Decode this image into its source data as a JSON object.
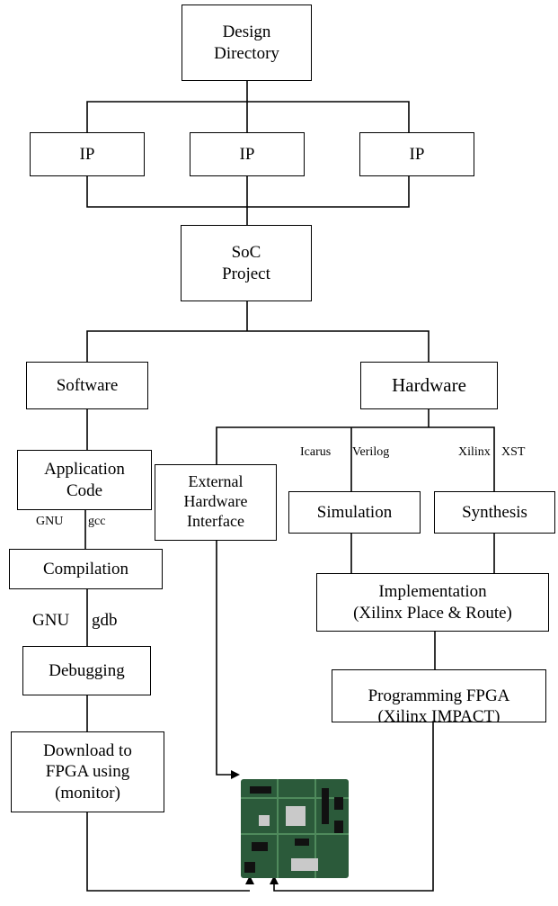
{
  "boxes": {
    "design_directory": "Design\nDirectory",
    "ip_1": "IP",
    "ip_2": "IP",
    "ip_3": "IP",
    "soc_project": "SoC\nProject",
    "software": "Software",
    "hardware": "Hardware",
    "application_code": "Application\nCode",
    "external_hw": "External\nHardware\nInterface",
    "simulation": "Simulation",
    "synthesis": "Synthesis",
    "compilation": "Compilation",
    "implementation": "Implementation\n(Xilinx Place & Route)",
    "debugging": "Debugging",
    "programming_fpga": "Programming FPGA\n(Xilinx IMPACT)",
    "download": "Download to\nFPGA using\n(monitor)"
  },
  "labels": {
    "icarus": "Icarus",
    "verilog": "Verilog",
    "xilinx": "Xilinx",
    "xst": "XST",
    "gnu_1": "GNU",
    "gcc": "gcc",
    "gnu_2": "GNU",
    "gdb": "gdb"
  },
  "colors": {
    "board": "#2b5a3a",
    "line": "#000000"
  },
  "image": {
    "board_icon": "fpga-board-icon"
  }
}
